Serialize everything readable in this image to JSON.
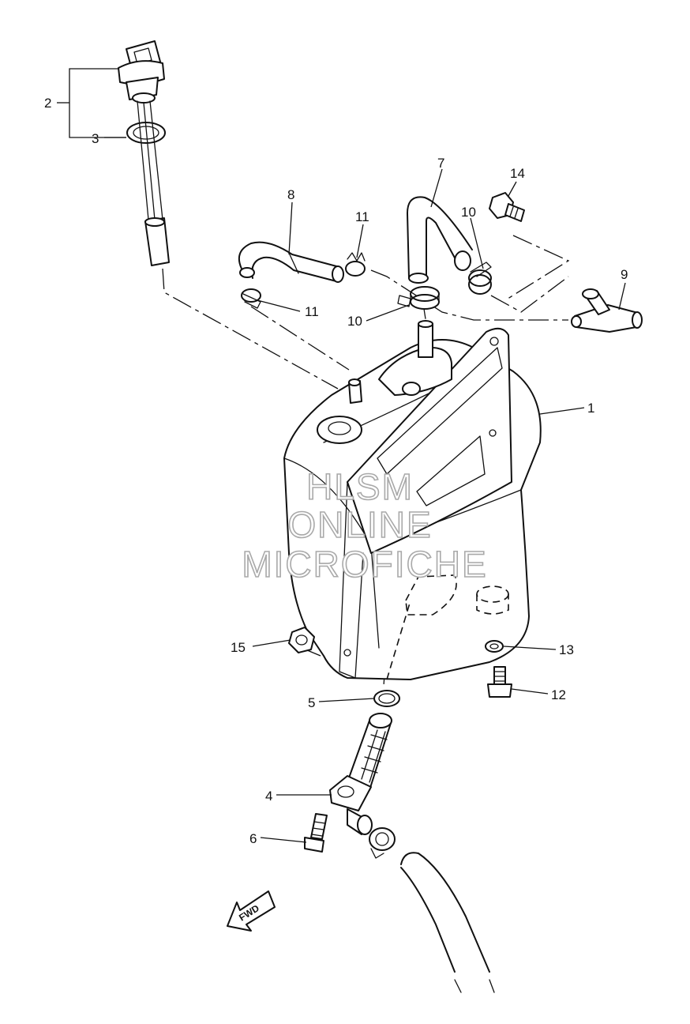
{
  "callouts": {
    "c1": "1",
    "c2": "2",
    "c3": "3",
    "c4": "4",
    "c5": "5",
    "c6": "6",
    "c7": "7",
    "c8": "8",
    "c9": "9",
    "c10a": "10",
    "c10b": "10",
    "c11a": "11",
    "c11b": "11",
    "c12": "12",
    "c13": "13",
    "c14": "14",
    "c15": "15"
  },
  "watermark": {
    "line1": "HLSM",
    "line2": "ONLINE",
    "line3": "MICROFICHE"
  },
  "direction_marker": {
    "label": "FWD"
  }
}
